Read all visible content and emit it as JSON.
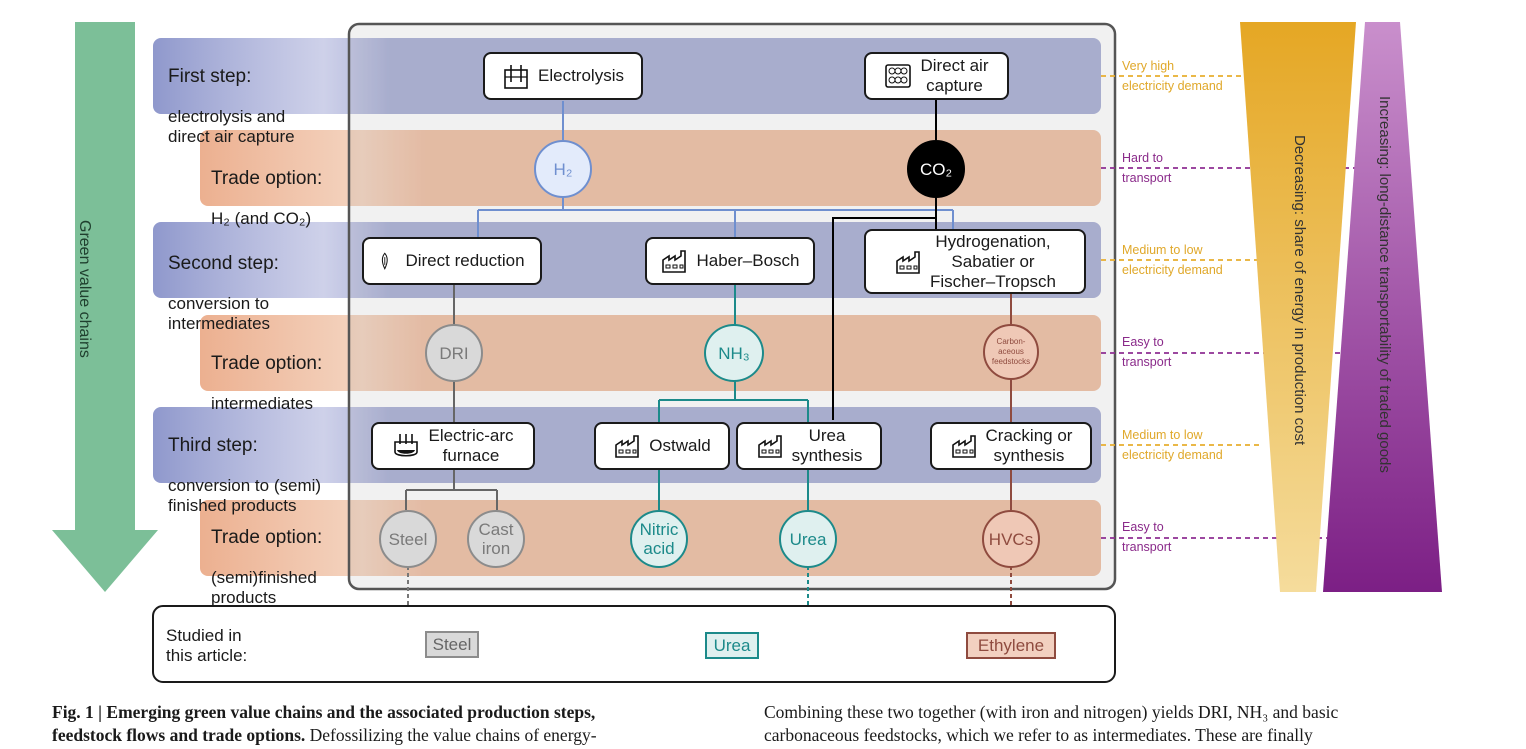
{
  "left_arrow_label": "Green value chains",
  "rows": [
    {
      "title": "First step:",
      "subtitle": "electrolysis and\ndirect air capture"
    },
    {
      "title": "Trade option:",
      "subtitle": "H₂ (and CO₂)"
    },
    {
      "title": "Second step:",
      "subtitle": "conversion to\nintermediates"
    },
    {
      "title": "Trade option:",
      "subtitle": "intermediates"
    },
    {
      "title": "Third step:",
      "subtitle": "conversion to (semi)\nfinished products"
    },
    {
      "title": "Trade option:",
      "subtitle": "(semi)finished\nproducts"
    }
  ],
  "process_boxes": {
    "electrolysis": "Electrolysis",
    "dac": "Direct air\ncapture",
    "direct_reduction": "Direct reduction",
    "haber_bosch": "Haber–Bosch",
    "hydrogenation": "Hydrogenation,\nSabatier or\nFischer–Tropsch",
    "eaf": "Electric-arc\nfurnace",
    "ostwald": "Ostwald",
    "urea_synthesis": "Urea\nsynthesis",
    "cracking": "Cracking or\nsynthesis"
  },
  "nodes": {
    "h2": "H₂",
    "co2": "CO₂",
    "dri": "DRI",
    "nh3": "NH₃",
    "carbon": "Carbon-\naceous\nfeedstocks",
    "steel": "Steel",
    "cast_iron": "Cast\niron",
    "nitric_acid": "Nitric\nacid",
    "urea": "Urea",
    "hvcs": "HVCs"
  },
  "right_tags": [
    {
      "text": "Very high\nelectricity demand",
      "color": "yellow"
    },
    {
      "text": "Hard to\ntransport",
      "color": "purple"
    },
    {
      "text": "Medium to  low\nelectricity demand",
      "color": "yellow"
    },
    {
      "text": "Easy to\ntransport",
      "color": "purple"
    },
    {
      "text": "Medium to  low\nelectricity demand",
      "color": "yellow"
    },
    {
      "text": "Easy to\ntransport",
      "color": "purple"
    }
  ],
  "right_bars": {
    "energy_share": "Decreasing: share of energy  in production cost",
    "transportability": "Increasing: long-distance transportability of traded goods"
  },
  "studied": {
    "label": "Studied in\nthis article:",
    "items": [
      "Steel",
      "Urea",
      "Ethylene"
    ]
  },
  "caption": {
    "left_line1_bold": "Fig. 1 | Emerging green value chains and the associated production steps,",
    "left_line2_bold": "feedstock flows and trade options.",
    "left_line2_rest": " Defossilizing the value chains of energy-",
    "right_line1": "Combining these two together (with iron and nitrogen) yields DRI, NH₃ and basic",
    "right_line2": "carbonaceous feedstocks, which we refer to as intermediates. These are finally"
  },
  "colors": {
    "step_band": "#aab0d6",
    "trade_band": "#efc0a5",
    "green_arrow": "#7cbf98",
    "yellow_bar": "#e8ae2f",
    "purple_bar": "#8e2e92",
    "teal": "#1c8a8a",
    "grey": "#8c8c8c",
    "brown": "#8f4b3f",
    "blue": "#6f8fcf"
  }
}
